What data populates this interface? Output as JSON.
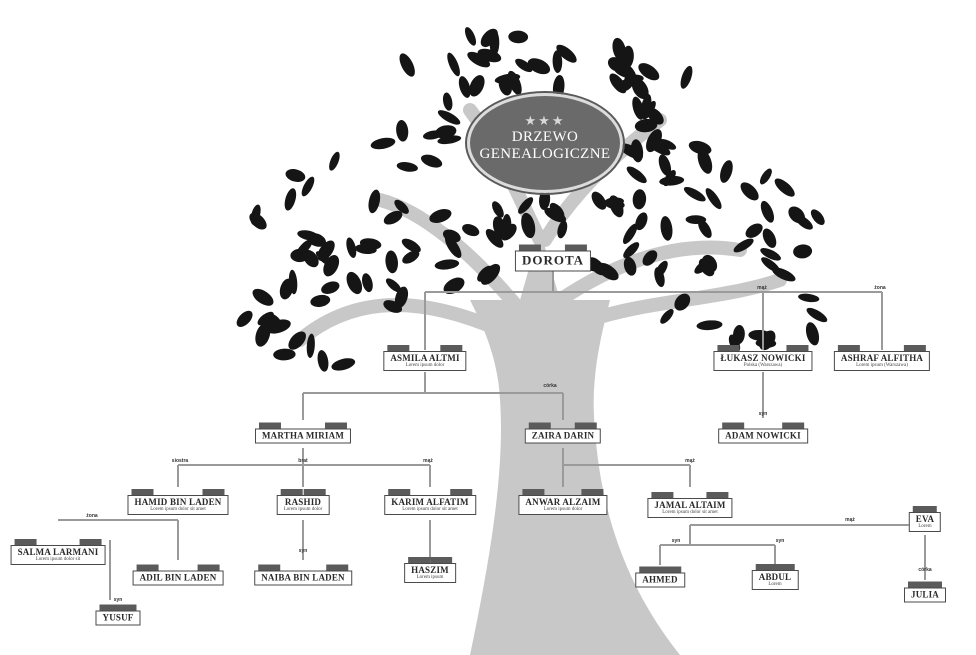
{
  "title": "DRZEWO GENEALOGICZNE",
  "title_icon": "three-stars-icon",
  "root": {
    "name": "DOROTA"
  },
  "people": [
    {
      "name": "ASMILA ALTMI",
      "sub": "Lorem ipsum dolor"
    },
    {
      "name": "ŁUKASZ NOWICKI",
      "sub": "Polska (Warszawa)"
    },
    {
      "name": "ASHRAF ALFITHA",
      "sub": "Lorem ipsum (Warszawa)"
    },
    {
      "name": "ADAM NOWICKI",
      "sub": ""
    },
    {
      "name": "MARTHA MIRIAM",
      "sub": ""
    },
    {
      "name": "ZAIRA DARIN",
      "sub": ""
    },
    {
      "name": "HAMID BIN LADEN",
      "sub": "Lorem ipsum dolor sit amet"
    },
    {
      "name": "RASHID",
      "sub": "Lorem ipsum dolor"
    },
    {
      "name": "KARIM ALFATIM",
      "sub": "Lorem ipsum dolor sit amet"
    },
    {
      "name": "ANWAR ALZAIM",
      "sub": "Lorem ipsum dolor"
    },
    {
      "name": "JAMAL ALTAIM",
      "sub": "Lorem ipsum dolor sit amet"
    },
    {
      "name": "SALMA LARMANI",
      "sub": "Lorem ipsum dolor sit"
    },
    {
      "name": "ADIL BIN LADEN",
      "sub": ""
    },
    {
      "name": "NAIBA BIN LADEN",
      "sub": ""
    },
    {
      "name": "HASZIM",
      "sub": "Lorem ipsum"
    },
    {
      "name": "AHMED",
      "sub": ""
    },
    {
      "name": "ABDUL",
      "sub": "Lorem"
    },
    {
      "name": "EVA",
      "sub": "Lorem"
    },
    {
      "name": "YUSUF",
      "sub": ""
    },
    {
      "name": "JULIA",
      "sub": ""
    }
  ],
  "relations": [
    "mąż",
    "żona",
    "syn",
    "córka",
    "brat",
    "siostra",
    "mąż",
    "syn",
    "żona",
    "mąż",
    "syn",
    "córka",
    "mąż",
    "syn",
    "syn"
  ],
  "colors": {
    "foliage": "#151515",
    "trunk": "#c8c8c8",
    "branch_lines": "#9a9a9a",
    "ribbon": "#5b5b5b",
    "badge": "#6a6a6a",
    "text": "#2a2a2a"
  }
}
